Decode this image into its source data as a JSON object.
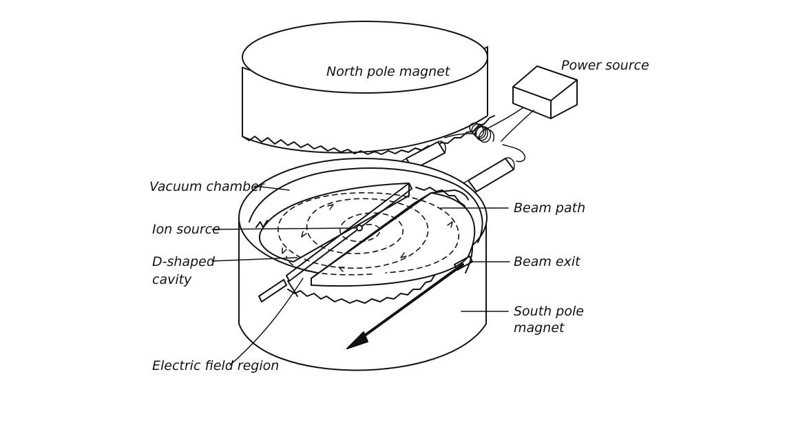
{
  "diagram": {
    "components": {
      "north_pole_magnet": "North pole magnet",
      "power_source": "Power source"
    },
    "callouts": {
      "vacuum_chamber": "Vacuum chamber",
      "ion_source": "Ion source",
      "d_shaped_cavity_line1": "D-shaped",
      "d_shaped_cavity_line2": "cavity",
      "electric_field_region": "Electric field region",
      "beam_path": "Beam path",
      "beam_exit": "Beam exit",
      "south_pole_magnet_line1": "South pole",
      "south_pole_magnet_line2": "magnet"
    }
  }
}
